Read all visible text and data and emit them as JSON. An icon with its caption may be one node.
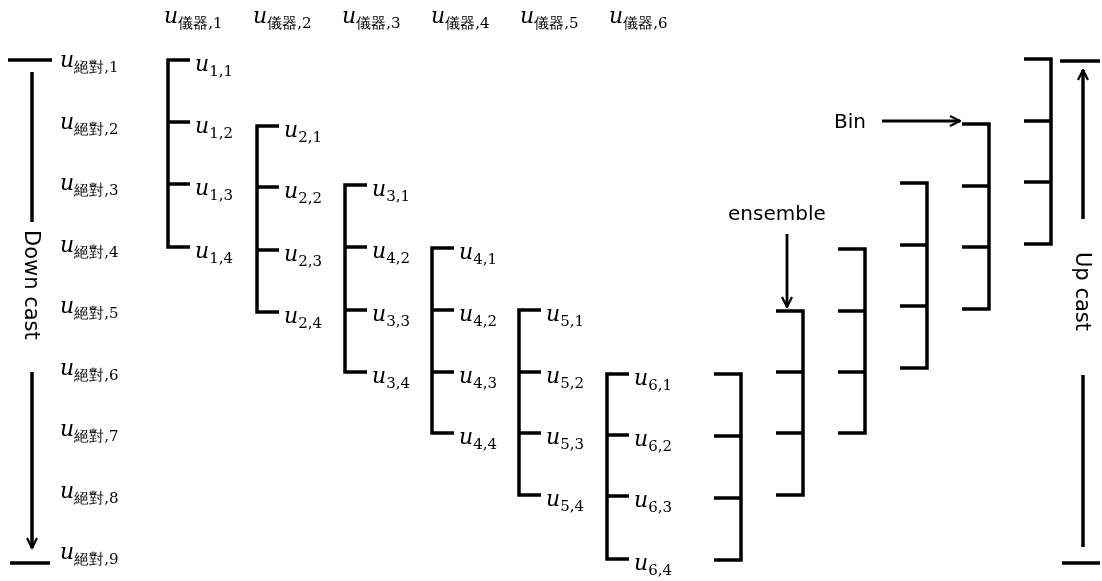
{
  "diagram": {
    "nodes": [
      {
        "text": [],
        "shape": "bracket"
      },
      {
        "text": [],
        "shape": "bracket"
      },
      {
        "text": [],
        "shape": "bracket"
      },
      {
        "text": [],
        "shape": "bracket"
      },
      {
        "text": [],
        "shape": "bracket"
      },
      {
        "text": [],
        "shape": "bracket"
      },
      {
        "text": [
          "Bin"
        ]
      },
      {
        "text": [
          "ensemble"
        ]
      }
    ],
    "edges": [
      {
        "from": 6,
        "to": 4,
        "arrow": "to"
      },
      {
        "from": 7,
        "to": 1,
        "arrow": "to"
      }
    ],
    "labels": [
      "*u*$_{儀器,1}$",
      "*u*$_{儀器,2}$",
      "*u*$_{儀器,3}$",
      "*u*$_{儀器,4}$",
      "*u*$_{儀器,5}$",
      "*u*$_{儀器,6}$",
      "*u*$_{絕對,1}$",
      "*u*$_{絕對,2}$",
      "*u*$_{絕對,3}$",
      "*u*$_{絕對,4}$",
      "*u*$_{絕對,5}$",
      "*u*$_{絕對,6}$",
      "*u*$_{絕對,7}$",
      "*u*$_{絕對,8}$",
      "*u*$_{絕對,9}$",
      "*u*$_{1,1}$",
      "*u*$_{1,2}$",
      "*u*$_{1,3}$",
      "*u*$_{1,4}$",
      "*u*$_{2,1}$",
      "*u*$_{2,2}$",
      "*u*$_{2,3}$",
      "*u*$_{2,4}$",
      "*u*$_{3,1}$",
      "*u*$_{4,2}$",
      "*u*$_{3,3}$",
      "*u*$_{3,4}$",
      "*u*$_{4,1}$",
      "*u*$_{4,2}$",
      "*u*$_{4,3}$",
      "*u*$_{4,4}$",
      "*u*$_{5,1}$",
      "*u*$_{5,2}$",
      "*u*$_{5,3}$",
      "*u*$_{5,4}$",
      "*u*$_{6,1}$",
      "*u*$_{6,2}$",
      "*u*$_{6,3}$",
      "*u*$_{6,4}$",
      "Down cast",
      "Up cast"
    ]
  }
}
